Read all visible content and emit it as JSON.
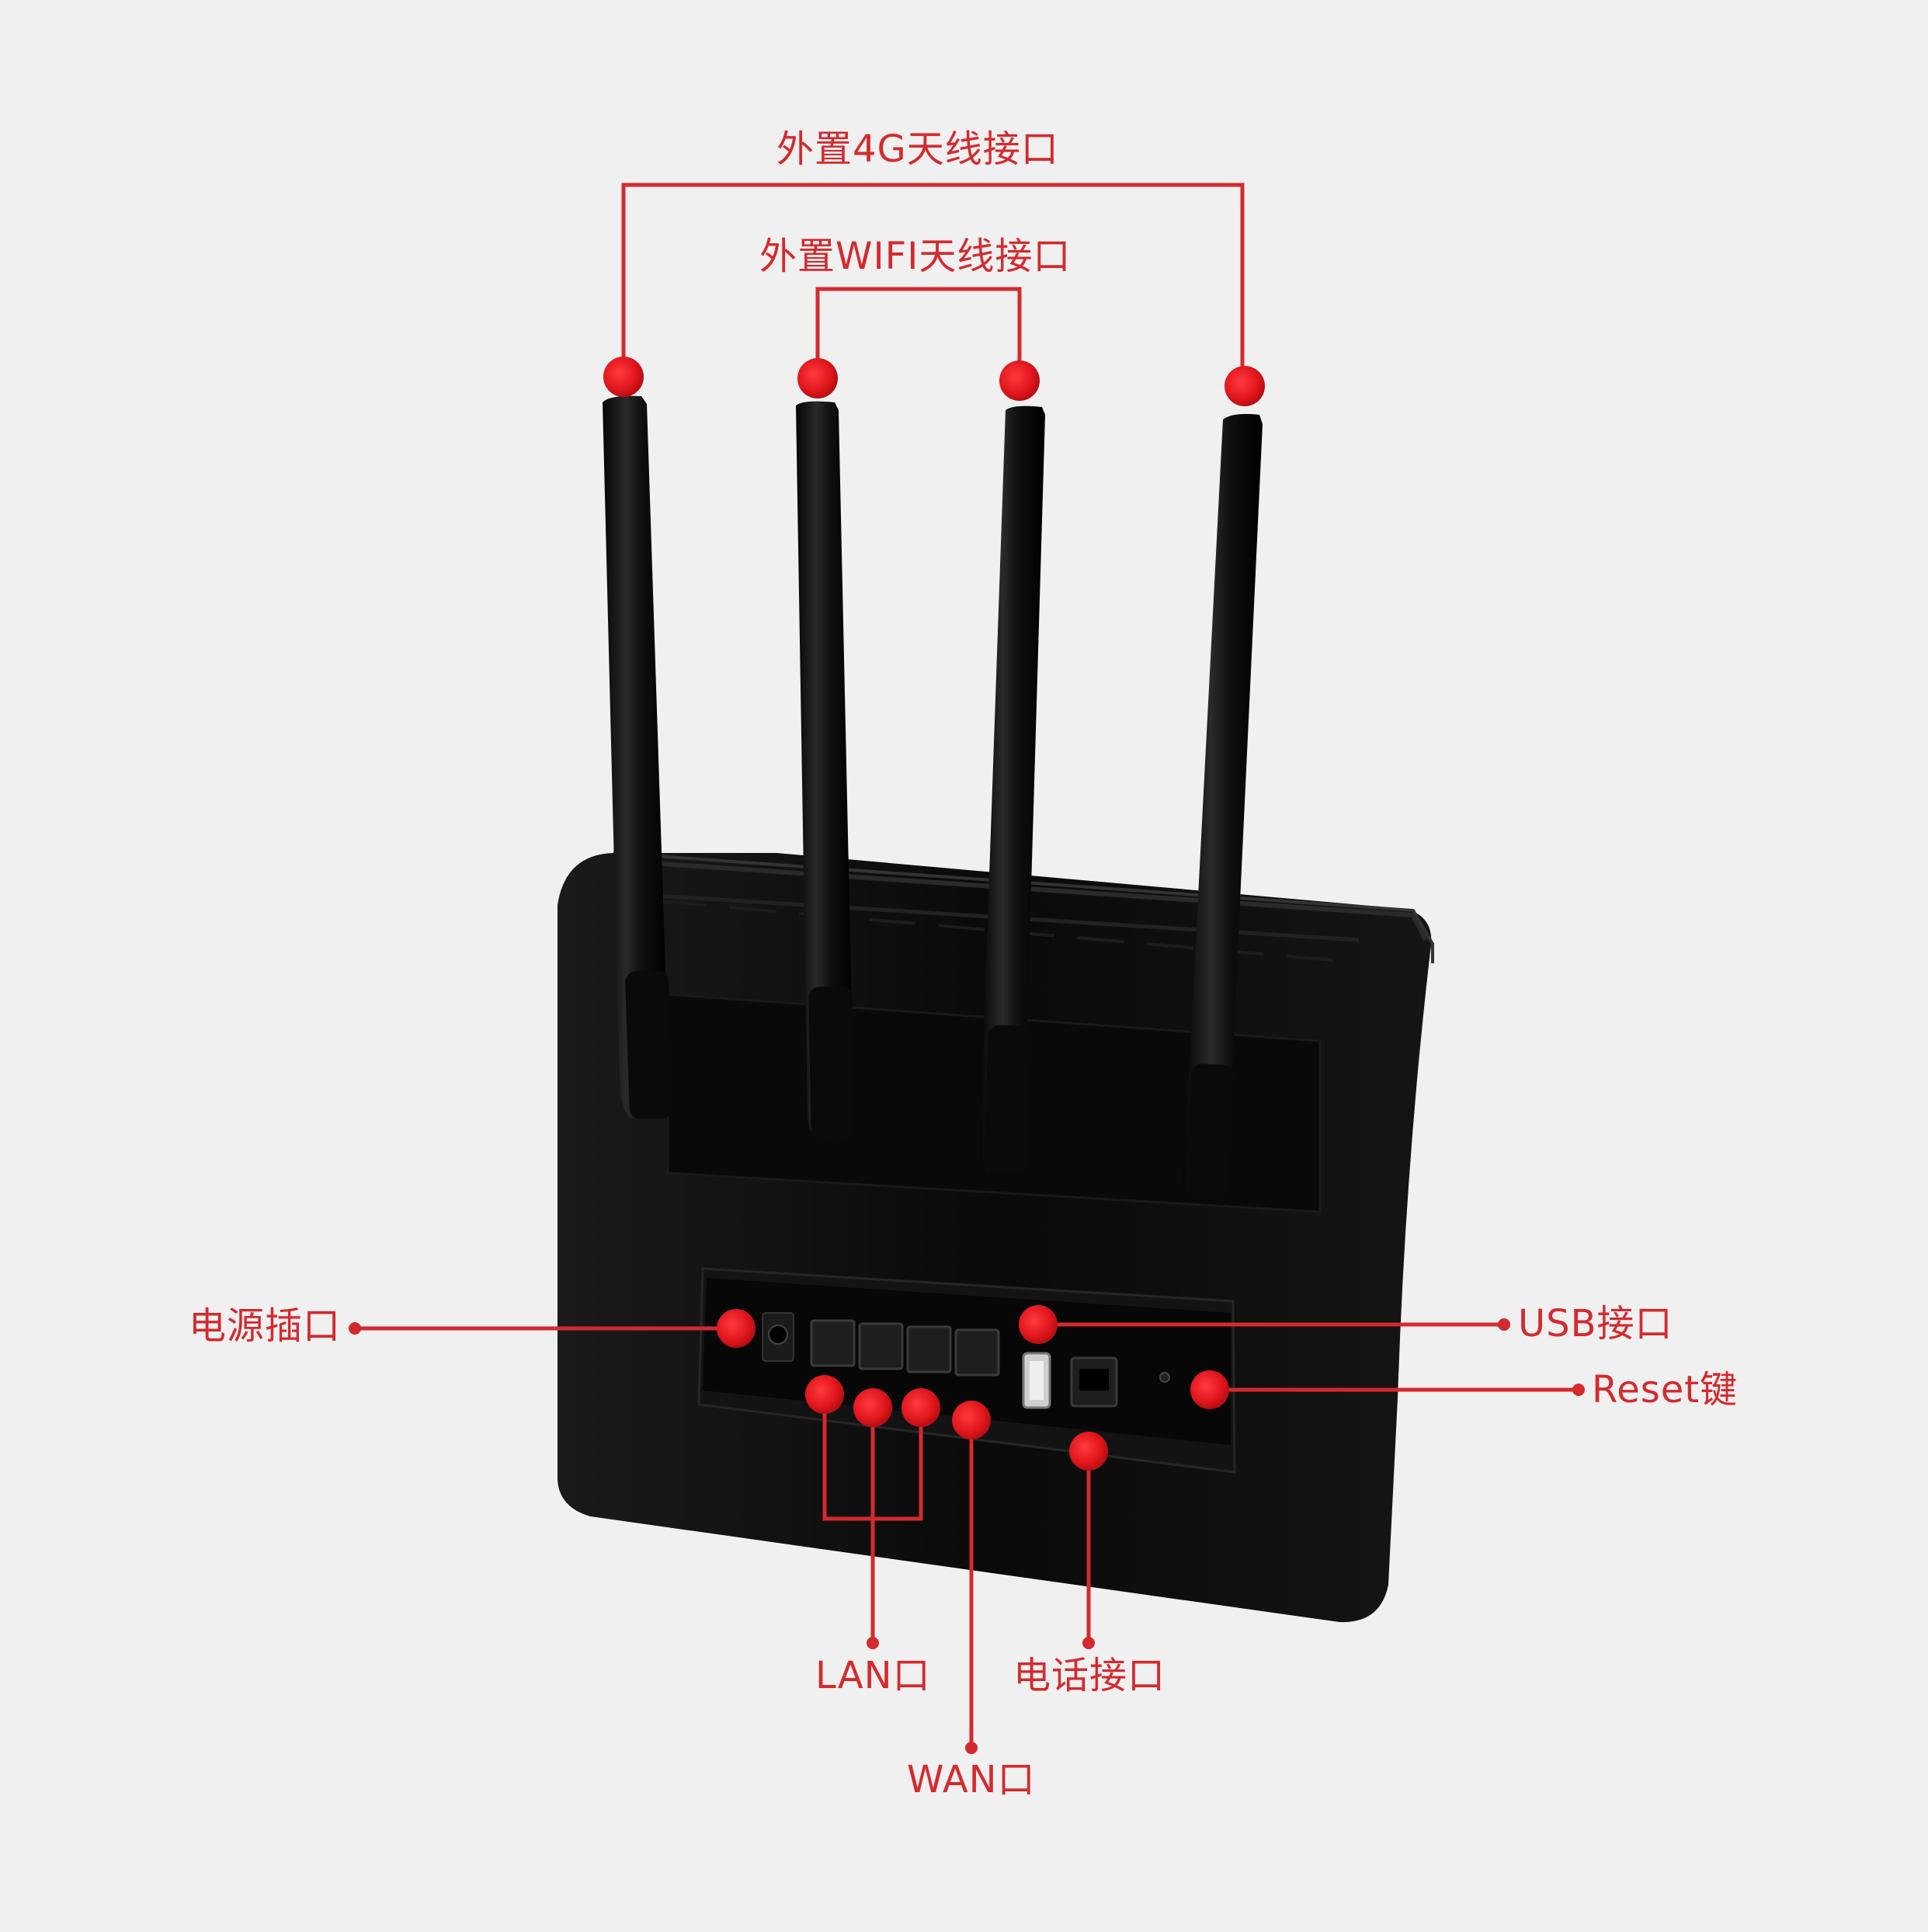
{
  "colors": {
    "background": "#f0f0f0",
    "annotation": "#d42a2e",
    "device": "#0b0b0b"
  },
  "labels": {
    "antenna_4g": "外置4G天线接口",
    "antenna_wifi": "外置WIFI天线接口",
    "power": "电源插口",
    "usb": "USB接口",
    "reset": "Reset键",
    "lan": "LAN口",
    "phone": "电话接口",
    "wan": "WAN口"
  }
}
